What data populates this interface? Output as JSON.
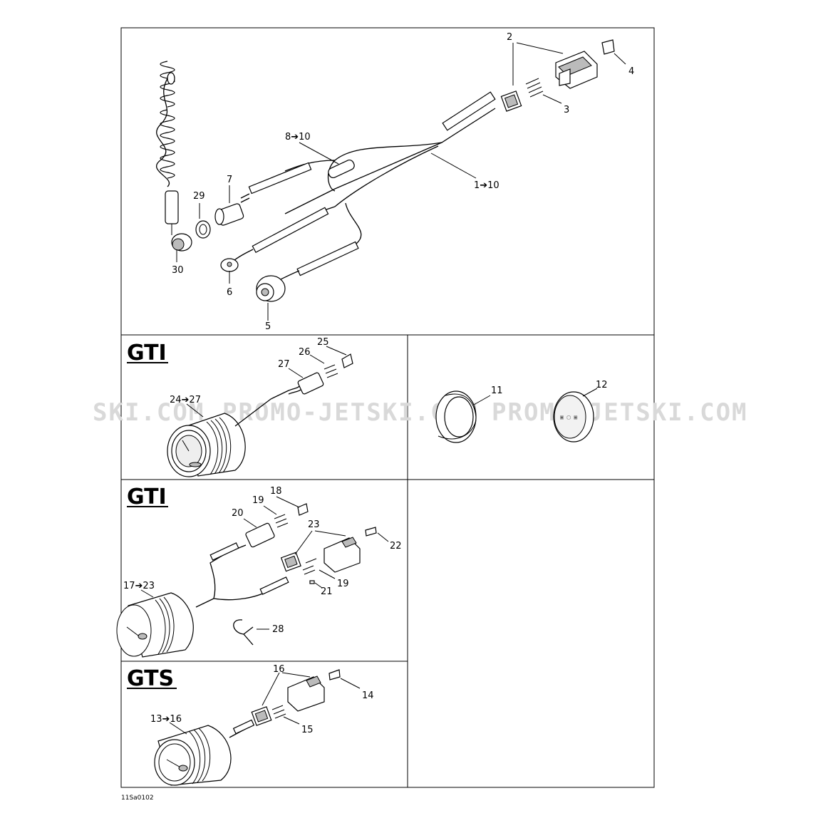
{
  "watermark": {
    "left": "SKI.COM",
    "middle": "PROMO-JETSKI.COM",
    "right": "PROMO-JETSKI.COM"
  },
  "sections": {
    "gti_1": "GTI",
    "gti_2": "GTI",
    "gts": "GTS"
  },
  "callouts": {
    "c2": "2",
    "c3": "3",
    "c4": "4",
    "c8_10": "8➔10",
    "c1_10": "1➔10",
    "c7": "7",
    "c29": "29",
    "c30": "30",
    "c6": "6",
    "c5": "5",
    "c25": "25",
    "c26": "26",
    "c27": "27",
    "c24_27": "24➔27",
    "c11": "11",
    "c12": "12",
    "c18": "18",
    "c19a": "19",
    "c20": "20",
    "c23": "23",
    "c22": "22",
    "c19b": "19",
    "c21": "21",
    "c17_23": "17➔23",
    "c28": "28",
    "c16": "16",
    "c14": "14",
    "c15": "15",
    "c13_16": "13➔16"
  },
  "drawing_code": "11Sa0102"
}
